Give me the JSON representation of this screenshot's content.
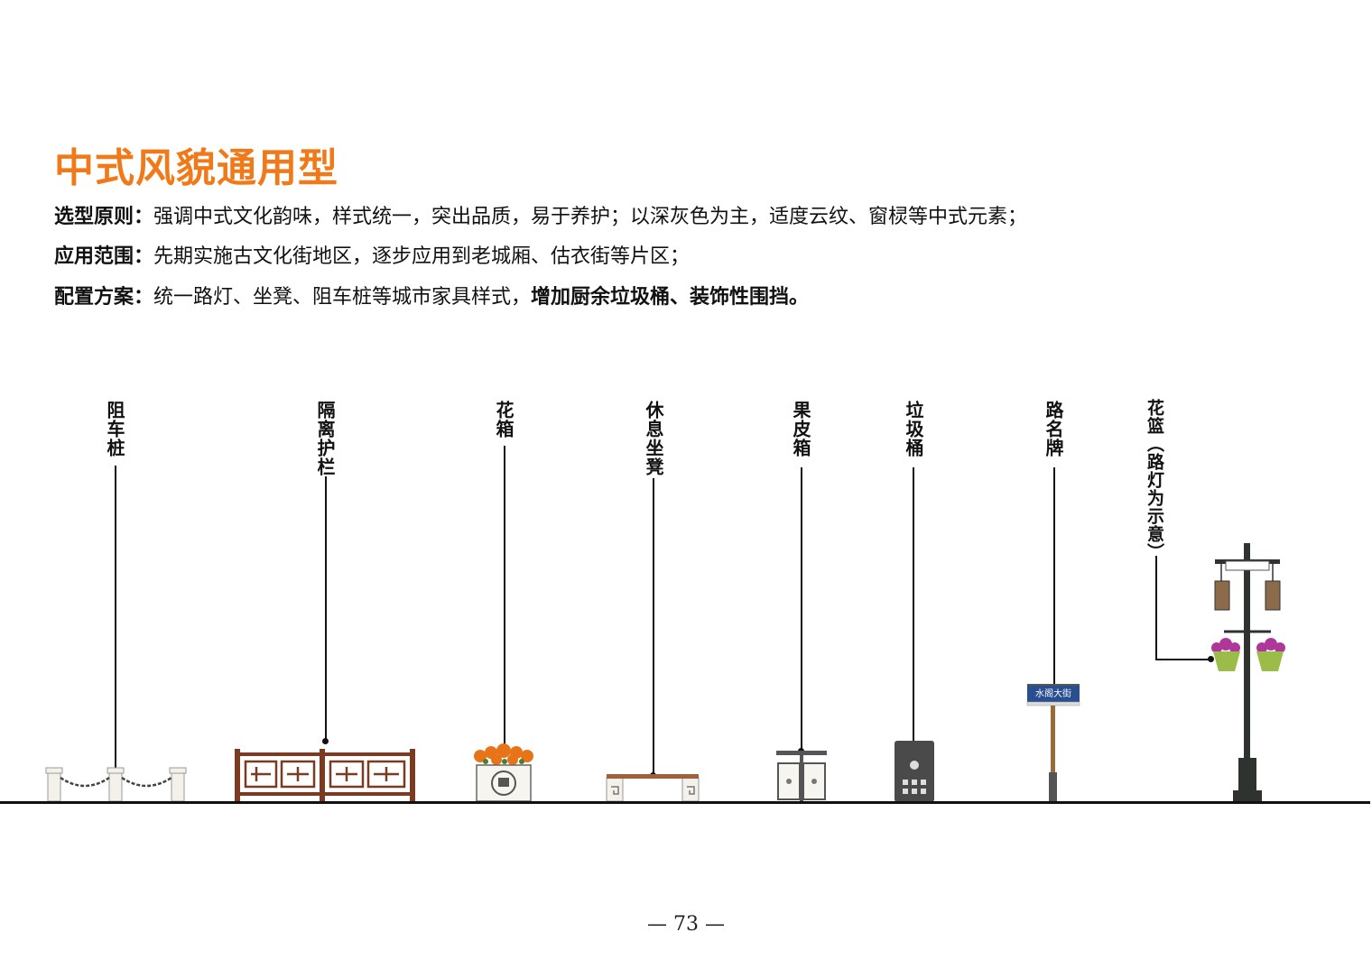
{
  "title": "中式风貌通用型",
  "lines": [
    {
      "label": "选型原则：",
      "text": "强调中式文化韵味，样式统一，突出品质，易于养护；以深灰色为主，适度云纹、窗棂等中式元素；"
    },
    {
      "label": "应用范围：",
      "text": "先期实施古文化街地区，逐步应用到老城厢、估衣街等片区；"
    },
    {
      "label": "配置方案：",
      "text": "统一路灯、坐凳、阻车桩等城市家具样式，",
      "emphasis": "增加厨余垃圾桶、装饰性围挡。"
    }
  ],
  "items": [
    {
      "label": "阻车桩",
      "icon": "bollard-chain-icon"
    },
    {
      "label": "隔离护栏",
      "icon": "lattice-railing-icon"
    },
    {
      "label": "花箱",
      "icon": "flower-box-icon"
    },
    {
      "label": "休息坐凳",
      "icon": "bench-icon"
    },
    {
      "label": "果皮箱",
      "icon": "litter-bin-icon"
    },
    {
      "label": "垃圾桶",
      "icon": "trash-can-icon"
    },
    {
      "label": "路名牌",
      "icon": "street-sign-icon"
    },
    {
      "label": "花篮（路灯为示意）",
      "icon": "lamp-flower-basket-icon"
    }
  ],
  "street_sign_text": "水阁大街",
  "page_number": "— 73 —",
  "colors": {
    "title": "#f07a1a",
    "text": "#111111",
    "railing": "#7a3b22",
    "sign_blue": "#2a4f8f",
    "flower_orange": "#e8741a",
    "flower_purple": "#b0379a"
  }
}
